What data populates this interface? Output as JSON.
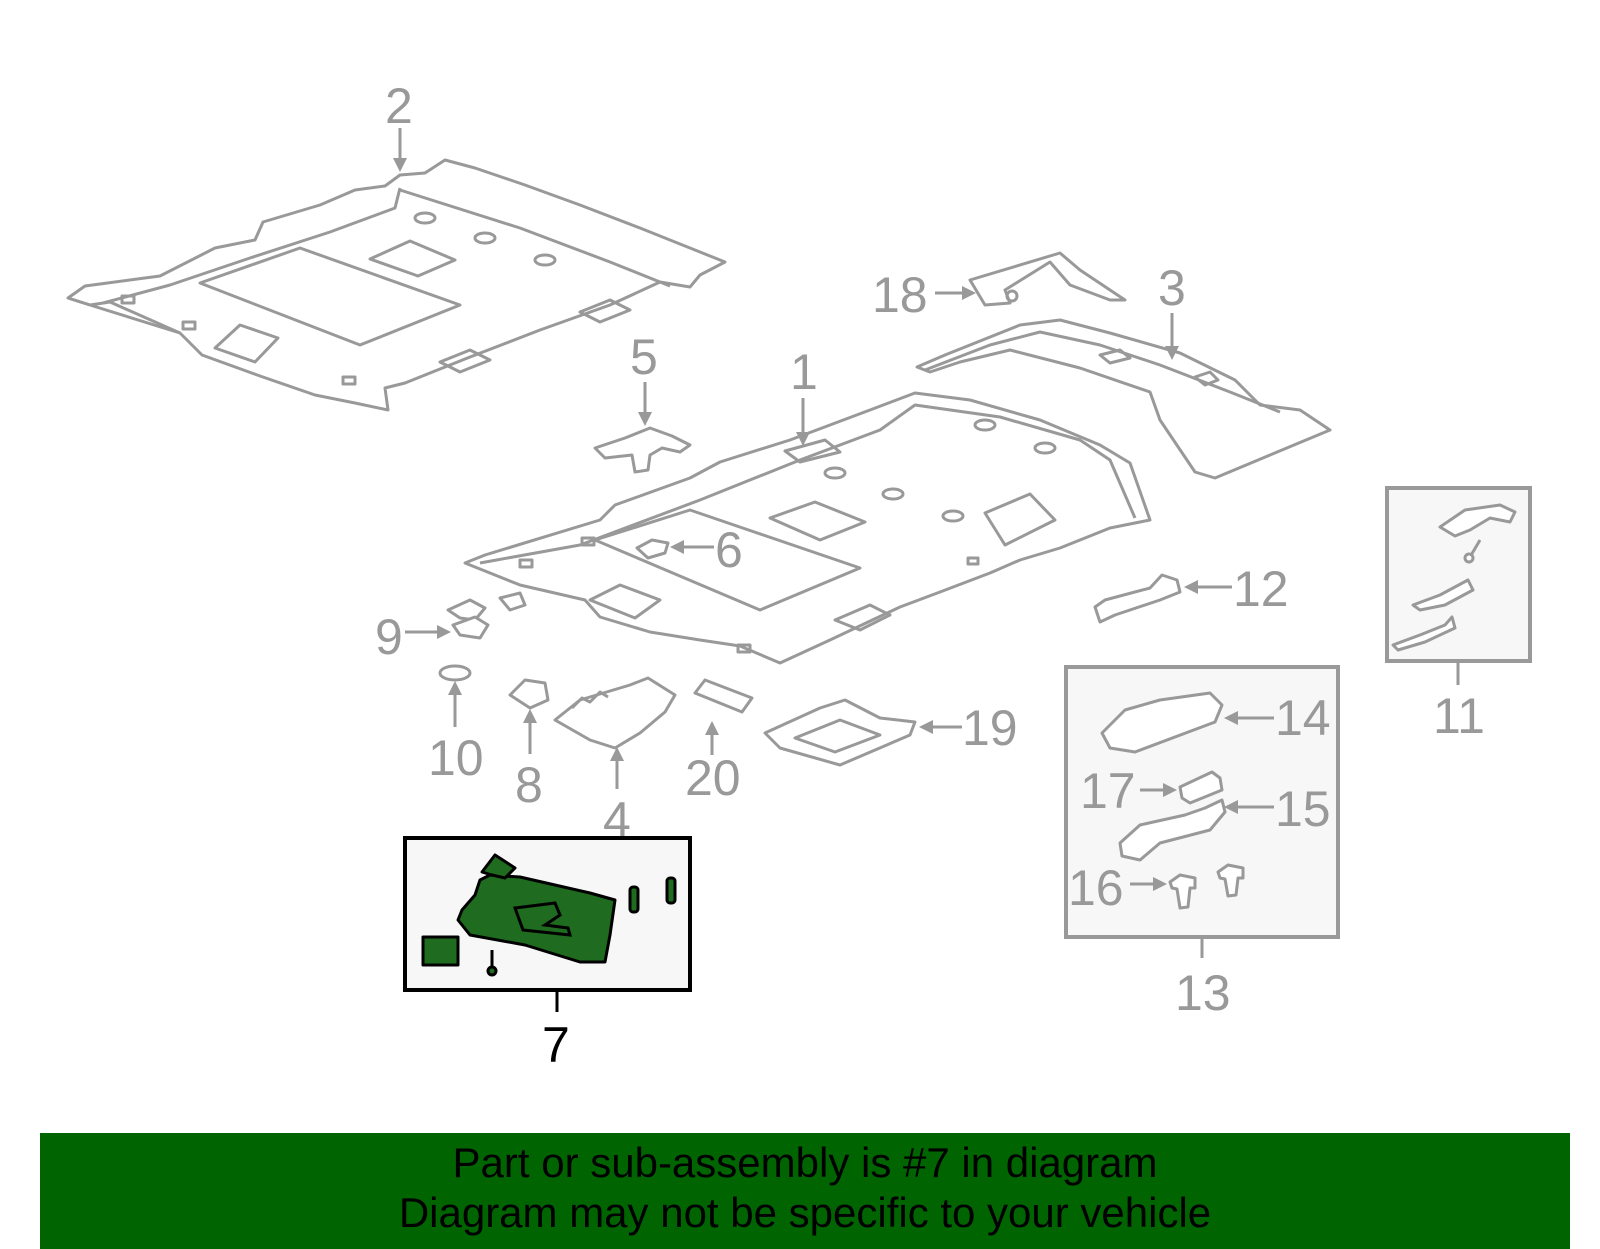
{
  "diagram": {
    "highlight_color": "#1f6b1f",
    "banner_color": "#006400",
    "callouts": [
      "1",
      "2",
      "3",
      "4",
      "5",
      "6",
      "7",
      "8",
      "9",
      "10",
      "11",
      "12",
      "13",
      "14",
      "15",
      "16",
      "17",
      "18",
      "19",
      "20"
    ],
    "highlighted_part": "7"
  },
  "banner": {
    "line1": "Part or sub-assembly is #7 in diagram",
    "line2": "Diagram may not be specific to your vehicle"
  }
}
